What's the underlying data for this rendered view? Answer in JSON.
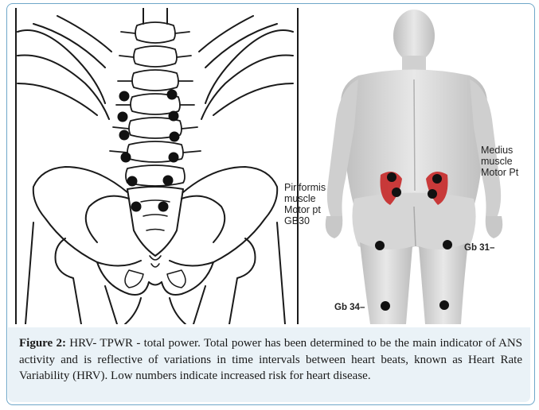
{
  "figure": {
    "labels": {
      "medius": "Medius\nmuscle\nMotor Pt",
      "piriformis": "Piriformis\nmuscle\nMotor pt\nGB30",
      "gb31": "Gb 31–",
      "gb34": "Gb 34–"
    },
    "colors": {
      "line": "#1a1a1a",
      "dot": "#111111",
      "muscle": "#c62828",
      "skin": "#d9d9d9",
      "caption_bg": "#eaf2f7",
      "border": "#6fa7c9"
    }
  },
  "caption": {
    "label": "Figure 2:",
    "text": " HRV- TPWR - total power. Total power has been determined to be the main indicator of ANS activity and is reflective of variations in time intervals between heart beats, known as Heart Rate Variability (HRV). Low numbers indicate increased risk for heart disease."
  }
}
